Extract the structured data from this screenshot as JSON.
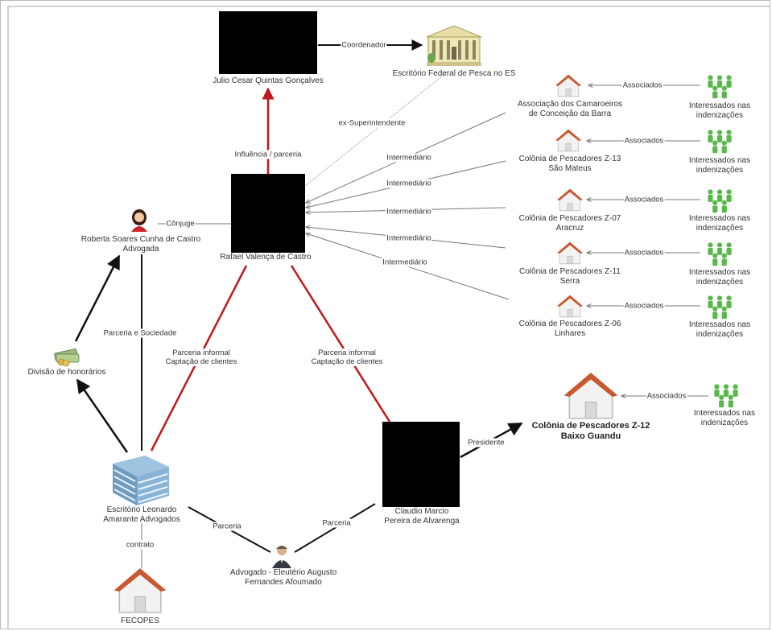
{
  "nodes": {
    "julio": {
      "label": "Julio Cesar Quintas Gonçalves"
    },
    "escritorio_federal": {
      "label": "Escritório Federal de Pesca no ES"
    },
    "rafael": {
      "label": "Rafael Valença de Castro"
    },
    "roberta": {
      "line1": "Roberta Soares Cunha de Castro",
      "line2": "Advogada"
    },
    "divisao": {
      "label": "Divisão de honorários"
    },
    "escritorio_leonardo": {
      "line1": "Escritório Leonardo",
      "line2": "Amarante Advogados"
    },
    "fecopes": {
      "label": "FECOPES"
    },
    "eleuterio": {
      "line1": "Advogado - Eleutério Augusto",
      "line2": "Fernandes Afoumado"
    },
    "claudio": {
      "line1": "Claudio Marcio",
      "line2": "Pereira de Alvarenga"
    },
    "colonia_z12": {
      "line1": "Colônia de Pescadores Z-12",
      "line2": "Baixo Guandu"
    },
    "assoc_camaroeiros": {
      "line1": "Associação dos Camaroeiros",
      "line2": "de Conceição da Barra"
    },
    "colonia_z13": {
      "line1": "Colônia de Pescadores Z-13",
      "line2": "São Mateus"
    },
    "colonia_z07": {
      "line1": "Colônia de Pescadores Z-07",
      "line2": "Aracruz"
    },
    "colonia_z11": {
      "line1": "Colônia de Pescadores Z-11",
      "line2": "Serra"
    },
    "colonia_z06": {
      "line1": "Colônia de Pescadores Z-06",
      "line2": "Linhares"
    },
    "interessados": {
      "line1": "Interessados nas",
      "line2": "indenizações"
    }
  },
  "edges": {
    "coordenador": "Coordenador",
    "ex_superintendente": "ex-Superintendente",
    "influencia": "Influência / parceria",
    "conjuge": "Cônjuge",
    "intermediario": "Intermediário",
    "associados": "Associados",
    "parceria_sociedade": "Parceria e Sociedade",
    "parceria_informal_line1": "Parceria informal",
    "parceria_informal_line2": "Captação de clientes",
    "presidente": "Presidente",
    "parceria": "Parceria",
    "contrato": "contrato"
  },
  "colors": {
    "red": "#c0181b",
    "black": "#111111",
    "gray": "#777777",
    "roof": "#c9572f",
    "people": "#58b84a"
  }
}
